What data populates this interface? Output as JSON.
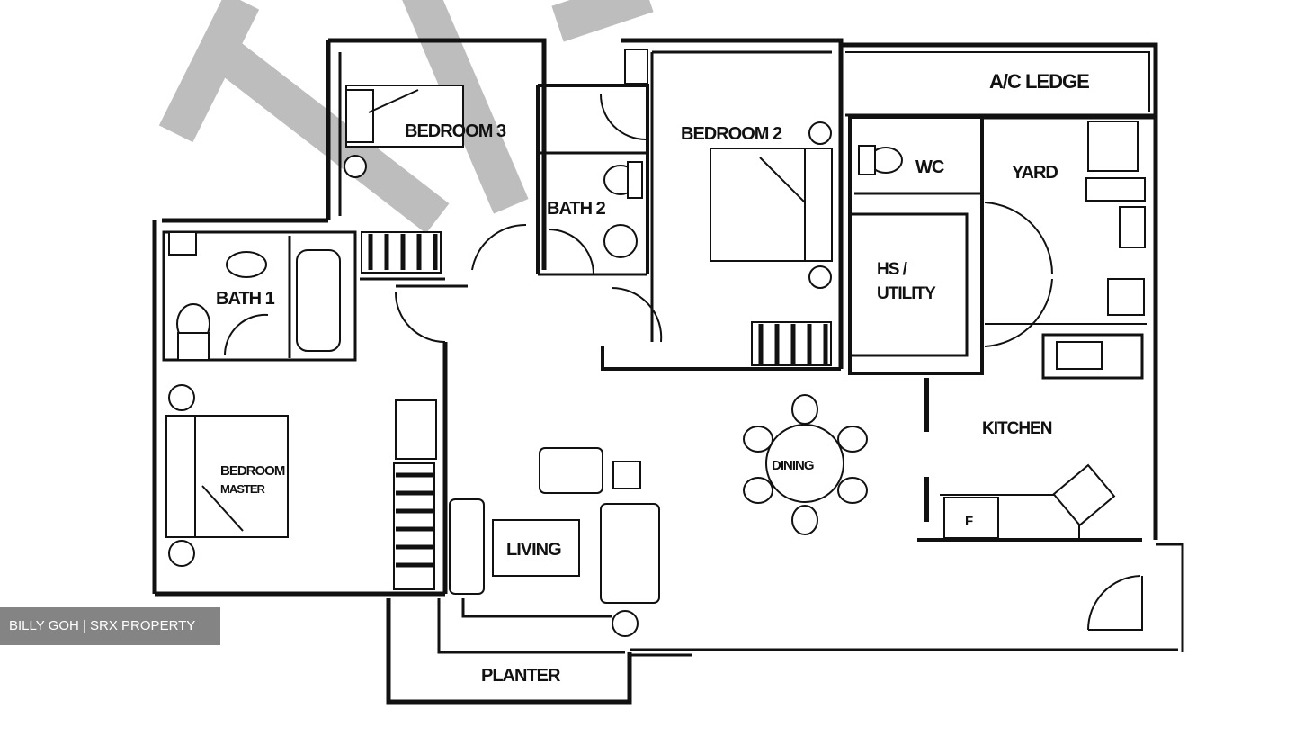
{
  "watermark": {
    "label": "BILLY GOH | SRX PROPERTY"
  },
  "rooms": {
    "bedroom3": "BEDROOM 3",
    "bedroom2": "BEDROOM 2",
    "bath2": "BATH 2",
    "bath1": "BATH 1",
    "ac_ledge": "A/C LEDGE",
    "wc": "WC",
    "yard": "YARD",
    "hs_utility_1": "HS /",
    "hs_utility_2": "UTILITY",
    "master_1": "BEDROOM",
    "master_2": "MASTER",
    "kitchen": "KITCHEN",
    "dining": "DINING",
    "living": "LIVING",
    "planter": "PLANTER",
    "fridge": "F"
  },
  "colors": {
    "line": "#111111",
    "watermark_logo": "#b9b9b9"
  }
}
